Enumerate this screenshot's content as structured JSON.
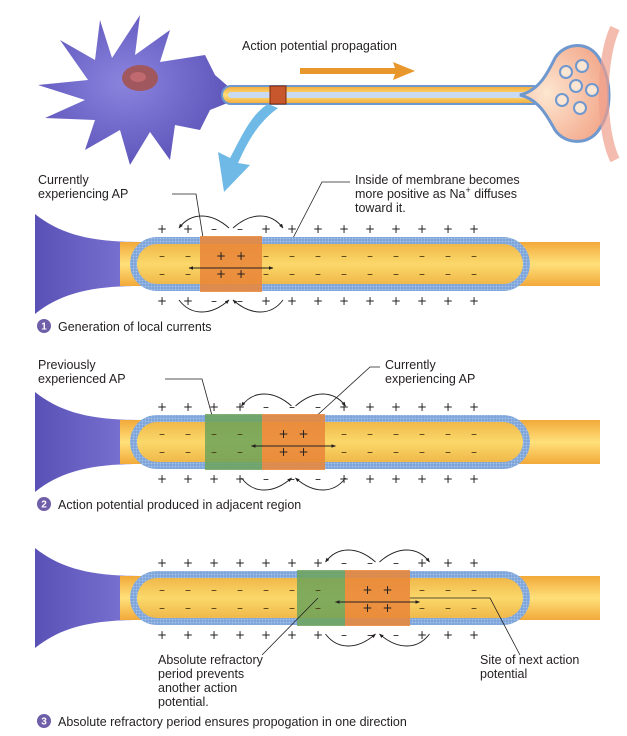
{
  "top": {
    "title": "Action potential propagation"
  },
  "panel1": {
    "callout_left_line1": "Currently",
    "callout_left_line2": "experiencing AP",
    "callout_right_line1": "Inside of membrane becomes",
    "callout_right_line2_prefix": "more positive as Na",
    "callout_right_line2_sup": "+",
    "callout_right_line2_suffix": " diffuses",
    "callout_right_line3": "toward it.",
    "step_number": "1",
    "step_text": "Generation of local currents"
  },
  "panel2": {
    "callout_left_line1": "Previously",
    "callout_left_line2": "experienced AP",
    "callout_right_line1": "Currently",
    "callout_right_line2": "experiencing AP",
    "step_number": "2",
    "step_text": "Action potential produced in adjacent region"
  },
  "panel3": {
    "callout_left_line1": "Absolute refractory",
    "callout_left_line2": "period prevents",
    "callout_left_line3": "another action",
    "callout_left_line4": "potential.",
    "callout_right_line1": "Site of next action",
    "callout_right_line2": "potential",
    "step_number": "3",
    "step_text": "Absolute refractory period ensures propogation in one direction"
  },
  "symbols": {
    "plus": "+",
    "minus": "–"
  },
  "colors": {
    "neuron_purple": "#6b63c6",
    "axon_yellow": "#f5c243",
    "membrane_blue": "#7fa6d8",
    "depolarized_orange": "#e9873a",
    "refractory_green": "#6ca35b",
    "arrow_orange": "#e8972c",
    "arrow_blue": "#5fb1e3",
    "step_badge": "#6e5fa8"
  }
}
